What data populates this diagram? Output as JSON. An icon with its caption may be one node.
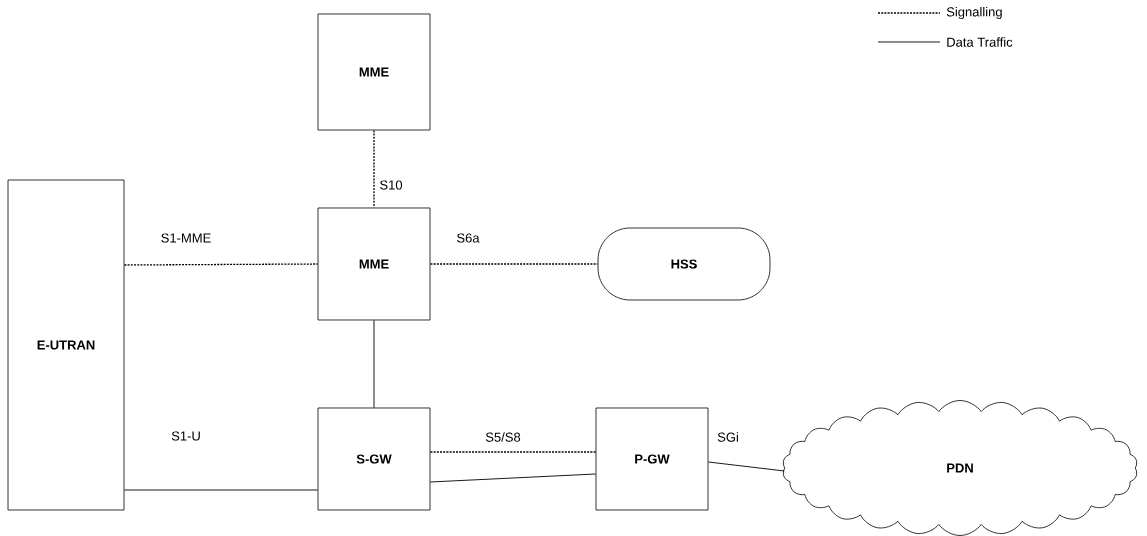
{
  "diagram": {
    "nodes": [
      {
        "text": [
          "MME"
        ]
      },
      {
        "text": [
          "E-UTRAN"
        ]
      },
      {
        "text": [
          "MME"
        ]
      },
      {
        "text": [
          "HSS"
        ]
      },
      {
        "text": [
          "S-GW"
        ]
      },
      {
        "text": [
          "P-GW"
        ]
      },
      {
        "text": [
          "PDN"
        ]
      }
    ],
    "edges": [
      {
        "from": 0,
        "to": 2,
        "arrow": "none",
        "style": "dashed",
        "label": "S10"
      },
      {
        "from": 1,
        "to": 2,
        "arrow": "none",
        "style": "dashed",
        "label": "S1-MME"
      },
      {
        "from": 2,
        "to": 3,
        "arrow": "none",
        "style": "dashed",
        "label": "S6a"
      },
      {
        "from": 2,
        "to": 4,
        "arrow": "none"
      },
      {
        "from": 1,
        "to": 4,
        "arrow": "none",
        "label": "S1-U"
      },
      {
        "from": 4,
        "to": 5,
        "arrow": "none",
        "style": "dashed",
        "label": "S5/S8"
      },
      {
        "from": 4,
        "to": 5,
        "arrow": "none"
      },
      {
        "from": 5,
        "to": 6,
        "arrow": "none",
        "label": "SGi"
      }
    ],
    "legend": [
      {
        "text": "Signalling"
      },
      {
        "text": "Data Traffic"
      }
    ]
  }
}
